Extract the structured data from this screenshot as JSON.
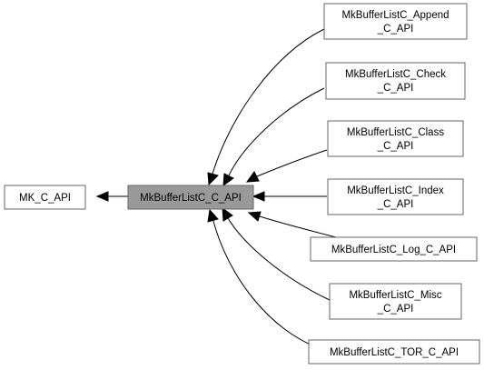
{
  "nodes": {
    "mk_c_api": {
      "lines": [
        "MK_C_API"
      ],
      "current": false
    },
    "center": {
      "lines": [
        "MkBufferListC_C_API"
      ],
      "current": true
    },
    "append": {
      "lines": [
        "MkBufferListC_Append",
        "_C_API"
      ],
      "current": false
    },
    "check": {
      "lines": [
        "MkBufferListC_Check",
        "_C_API"
      ],
      "current": false
    },
    "class": {
      "lines": [
        "MkBufferListC_Class",
        "_C_API"
      ],
      "current": false
    },
    "index": {
      "lines": [
        "MkBufferListC_Index",
        "_C_API"
      ],
      "current": false
    },
    "log": {
      "lines": [
        "MkBufferListC_Log_C_API"
      ],
      "current": false
    },
    "misc": {
      "lines": [
        "MkBufferListC_Misc",
        "_C_API"
      ],
      "current": false
    },
    "tor": {
      "lines": [
        "MkBufferListC_TOR_C_API"
      ],
      "current": false
    }
  },
  "edges": [
    {
      "from": "center",
      "to": "mk_c_api"
    },
    {
      "from": "append",
      "to": "center"
    },
    {
      "from": "check",
      "to": "center"
    },
    {
      "from": "class",
      "to": "center"
    },
    {
      "from": "index",
      "to": "center"
    },
    {
      "from": "log",
      "to": "center"
    },
    {
      "from": "misc",
      "to": "center"
    },
    {
      "from": "tor",
      "to": "center"
    }
  ],
  "colors": {
    "current_fill": "#999999",
    "box_stroke": "#666666",
    "edge": "#000000"
  }
}
